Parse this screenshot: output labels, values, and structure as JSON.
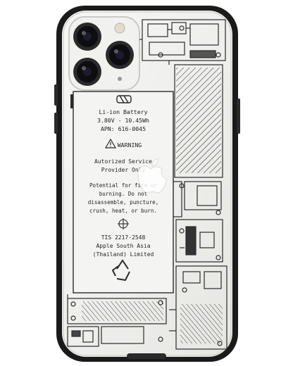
{
  "product": {
    "case_color": "#1a1a1a",
    "phone_color": "#ededeb",
    "ink_color": "#2b2b2b"
  },
  "battery_label": {
    "line1": "Li-ion Battery",
    "line2": "3.80V - 10.45Wh",
    "line3": "APN: 616-0045",
    "warning": "WARNING",
    "service1": "Autorized Service",
    "service2": "Provider Only",
    "hazard1": "Potential for fire or",
    "hazard2": "burning. Do not",
    "hazard3": "disassemble, puncture,",
    "hazard4": "crush, heat, or burn.",
    "standard": "TIS 2217-2548",
    "maker1": "Apple South Asia",
    "maker2": "(Thailand) Limited"
  },
  "icons": [
    "camera-lens-icon",
    "flash-icon",
    "warning-triangle-icon",
    "apple-logo-icon",
    "crosshair-icon",
    "recycle-icon"
  ]
}
